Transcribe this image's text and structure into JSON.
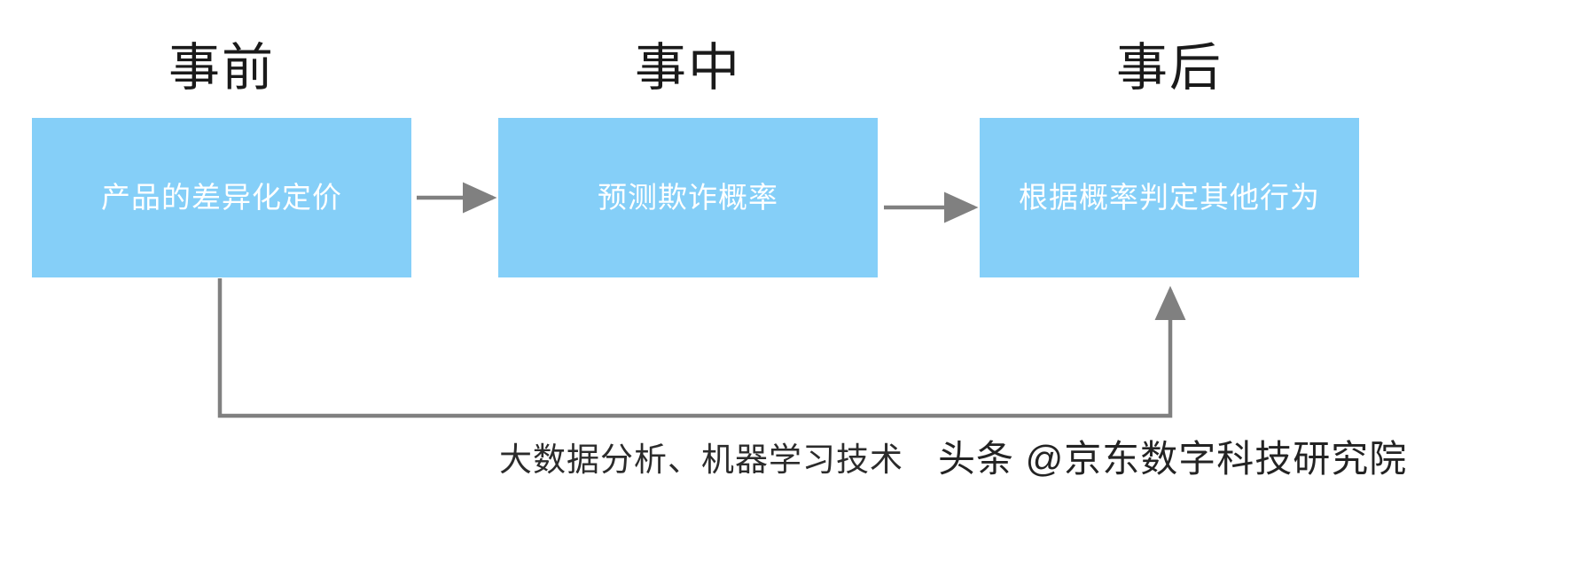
{
  "diagram": {
    "type": "process-flow",
    "background_color": "#FFFFFF",
    "box_fill_color": "#85CFF8",
    "box_text_color": "#FFFFFF",
    "connector_color": "#808080",
    "title_color": "#1A1A1A",
    "stages": [
      {
        "title": "事前",
        "box_label": "产品的差异化定价"
      },
      {
        "title": "事中",
        "box_label": "预测欺诈概率"
      },
      {
        "title": "事后",
        "box_label": "根据概率判定其他行为"
      }
    ],
    "connectors": [
      {
        "name": "arrow-stage1-to-stage2",
        "from": "事前",
        "to": "事中",
        "style": "straight-arrow"
      },
      {
        "name": "arrow-stage2-to-stage3",
        "from": "事中",
        "to": "事后",
        "style": "straight-arrow"
      },
      {
        "name": "feedback-arrow-stage1-to-stage3",
        "from": "事前",
        "to": "事后",
        "style": "elbow-arrow"
      }
    ],
    "caption": "大数据分析、机器学习技术",
    "watermark": "头条 @京东数字科技研究院"
  }
}
